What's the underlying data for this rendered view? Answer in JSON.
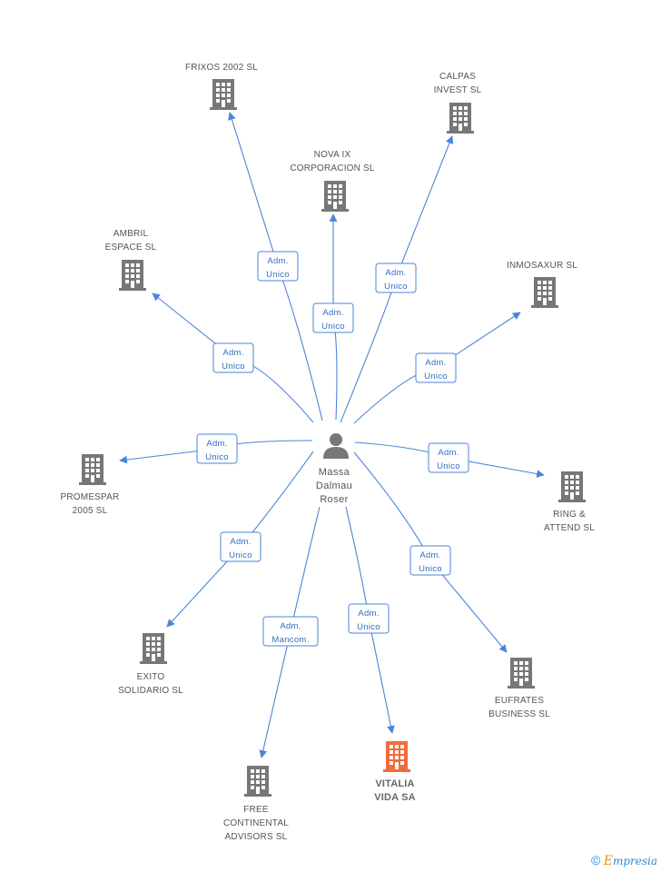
{
  "center": {
    "lines": [
      "Massa",
      "Dalmau",
      "Roser"
    ],
    "icon": "person-icon"
  },
  "colors": {
    "edge": "#4a86d8",
    "company": "#777777",
    "highlight": "#f26b3a",
    "edge_text": "#2f6dc2"
  },
  "companies": [
    {
      "id": "frixos",
      "lines": [
        "FRIXOS 2002 SL"
      ],
      "relation": [
        "Adm.",
        "Unico"
      ],
      "highlight": false,
      "icon": "building-icon"
    },
    {
      "id": "calpas",
      "lines": [
        "CALPAS",
        "INVEST SL"
      ],
      "relation": [
        "Adm.",
        "Unico"
      ],
      "highlight": false,
      "icon": "building-icon"
    },
    {
      "id": "novaix",
      "lines": [
        "NOVA IX",
        "CORPORACION SL"
      ],
      "relation": [
        "Adm.",
        "Unico"
      ],
      "highlight": false,
      "icon": "building-icon"
    },
    {
      "id": "ambril",
      "lines": [
        "AMBRIL",
        "ESPACE SL"
      ],
      "relation": [
        "Adm.",
        "Unico"
      ],
      "highlight": false,
      "icon": "building-icon"
    },
    {
      "id": "inmosaxur",
      "lines": [
        "INMOSAXUR SL"
      ],
      "relation": [
        "Adm.",
        "Unico"
      ],
      "highlight": false,
      "icon": "building-icon"
    },
    {
      "id": "promespar",
      "lines": [
        "PROMESPAR",
        "2005 SL"
      ],
      "relation": [
        "Adm.",
        "Unico"
      ],
      "highlight": false,
      "icon": "building-icon"
    },
    {
      "id": "ring",
      "lines": [
        "RING &",
        "ATTEND SL"
      ],
      "relation": [
        "Adm.",
        "Unico"
      ],
      "highlight": false,
      "icon": "building-icon"
    },
    {
      "id": "exito",
      "lines": [
        "EXITO",
        "SOLIDARIO SL"
      ],
      "relation": [
        "Adm.",
        "Unico"
      ],
      "highlight": false,
      "icon": "building-icon"
    },
    {
      "id": "eufrates",
      "lines": [
        "EUFRATES",
        "BUSINESS SL"
      ],
      "relation": [
        "Adm.",
        "Unico"
      ],
      "highlight": false,
      "icon": "building-icon"
    },
    {
      "id": "free",
      "lines": [
        "FREE",
        "CONTINENTAL",
        "ADVISORS SL"
      ],
      "relation": [
        "Adm.",
        "Mancom."
      ],
      "highlight": false,
      "icon": "building-icon"
    },
    {
      "id": "vitalia",
      "lines": [
        "VITALIA",
        "VIDA SA"
      ],
      "relation": [
        "Adm.",
        "Unico"
      ],
      "highlight": true,
      "icon": "building-icon"
    }
  ],
  "logo": {
    "copyright": "©",
    "brand_first": "E",
    "brand_rest": "mpresia"
  }
}
